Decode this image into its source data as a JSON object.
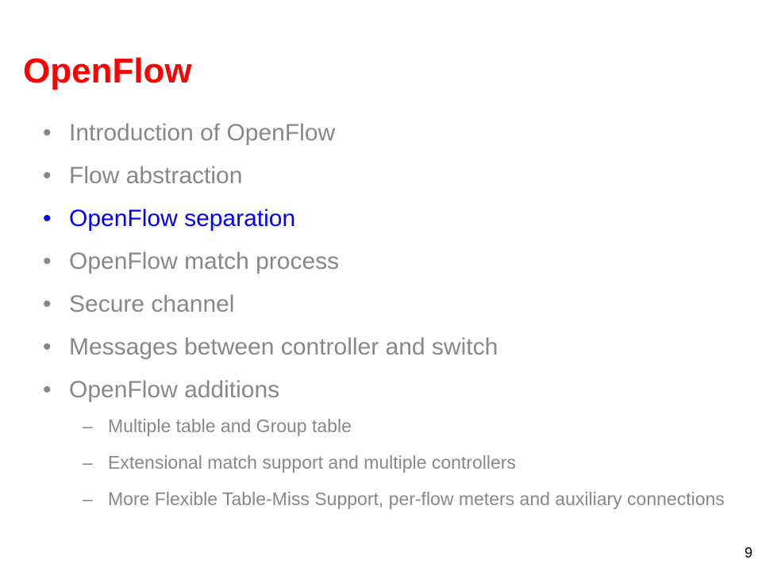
{
  "slide": {
    "title": "OpenFlow",
    "title_color": "#ff0000",
    "text_color": "#888888",
    "highlight_color": "#0000ff",
    "bullet_glyph": "•",
    "sub_bullet_glyph": "–",
    "bullets": [
      {
        "label": "Introduction of OpenFlow",
        "active": false
      },
      {
        "label": "Flow abstraction",
        "active": false
      },
      {
        "label": "OpenFlow separation",
        "active": true
      },
      {
        "label": "OpenFlow match process",
        "active": false
      },
      {
        "label": "Secure channel",
        "active": false
      },
      {
        "label": "Messages between controller and switch",
        "active": false
      },
      {
        "label": "OpenFlow additions",
        "active": false
      }
    ],
    "sub_bullets": [
      "Multiple table and Group table",
      "Extensional match support and multiple controllers",
      "More Flexible Table-Miss Support, per-flow meters and auxiliary connections"
    ],
    "page_number": "9"
  }
}
